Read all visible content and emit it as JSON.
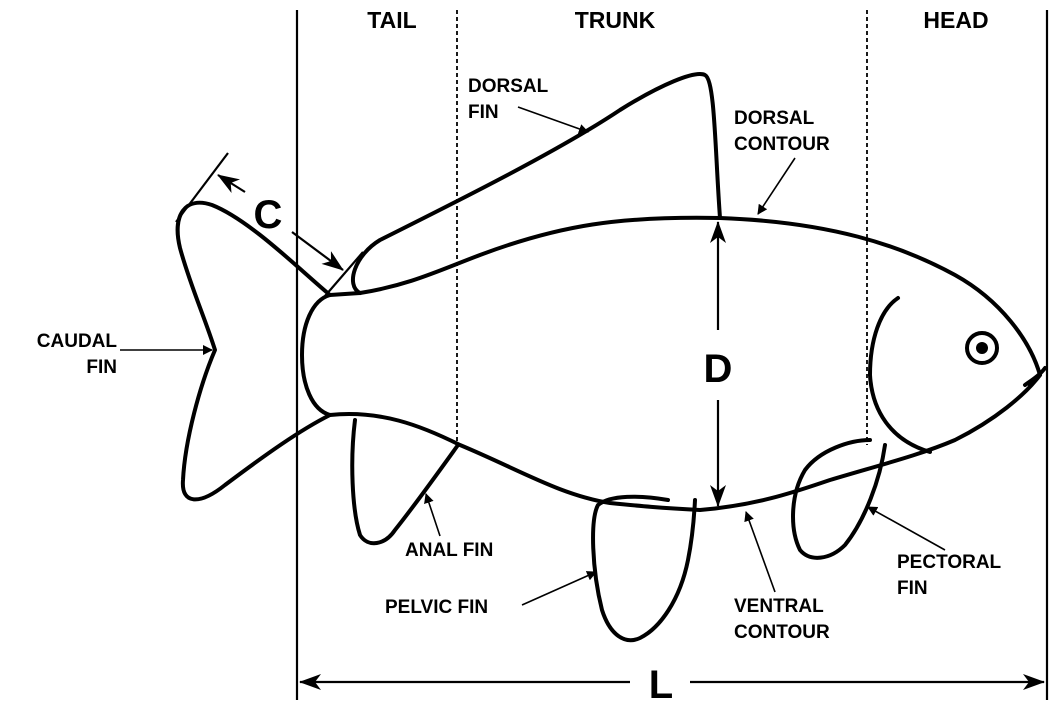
{
  "sections": {
    "tail": "TAIL",
    "trunk": "TRUNK",
    "head": "HEAD"
  },
  "labels": {
    "dorsal_fin": [
      "DORSAL",
      "FIN"
    ],
    "dorsal_contour": [
      "DORSAL",
      "CONTOUR"
    ],
    "caudal_fin": [
      "CAUDAL",
      "FIN"
    ],
    "anal_fin": "ANAL FIN",
    "pelvic_fin": "PELVIC FIN",
    "ventral_contour": [
      "VENTRAL",
      "CONTOUR"
    ],
    "pectoral_fin": [
      "PECTORAL",
      "FIN"
    ]
  },
  "dimensions": {
    "caudal": "C",
    "depth": "D",
    "length": "L"
  }
}
